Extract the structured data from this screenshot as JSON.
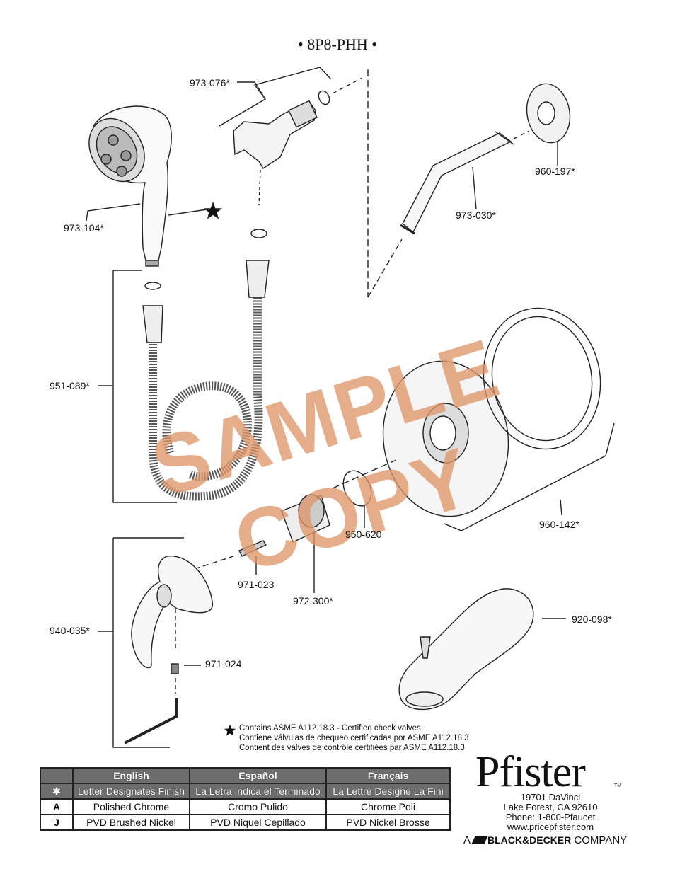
{
  "title": "• 8P8-PHH •",
  "watermark": "SAMPLE COPY",
  "parts": [
    {
      "id": "973-076*"
    },
    {
      "id": "960-197*"
    },
    {
      "id": "973-104*"
    },
    {
      "id": "973-030*"
    },
    {
      "id": "951-089*"
    },
    {
      "id": "950-620"
    },
    {
      "id": "960-142*"
    },
    {
      "id": "971-023"
    },
    {
      "id": "972-300*"
    },
    {
      "id": "920-098*"
    },
    {
      "id": "940-035*"
    },
    {
      "id": "971-024"
    }
  ],
  "notes": [
    "Contains ASME A112.18.3 - Certified check valves",
    "Contiene válvulas de chequeo certificadas por ASME A112.18.3",
    "Contient des valves de contrôle certifiées par ASME A112.18.3"
  ],
  "finish_table": {
    "headers": [
      "English",
      "Español",
      "Français"
    ],
    "band": {
      "code": "✱",
      "cells": [
        "Letter Designates Finish",
        "La Letra Indica el Terminado",
        "La Lettre Designe La Fini"
      ]
    },
    "rows": [
      {
        "code": "A",
        "cells": [
          "Polished Chrome",
          "Cromo Pulido",
          "Chrome Poli"
        ]
      },
      {
        "code": "J",
        "cells": [
          "PVD Brushed Nickel",
          "PVD Niquel Cepillado",
          "PVD Nickel Brosse"
        ]
      }
    ]
  },
  "brand": {
    "name": "Pfister",
    "tm": "TM",
    "address": [
      "19701 DaVinci",
      "Lake Forest, CA 92610",
      "Phone: 1-800-Pfaucet",
      "www.pricepfister.com"
    ],
    "company_prefix": "A",
    "company_name": "BLACK&DECKER",
    "company_suffix": "COMPANY"
  }
}
